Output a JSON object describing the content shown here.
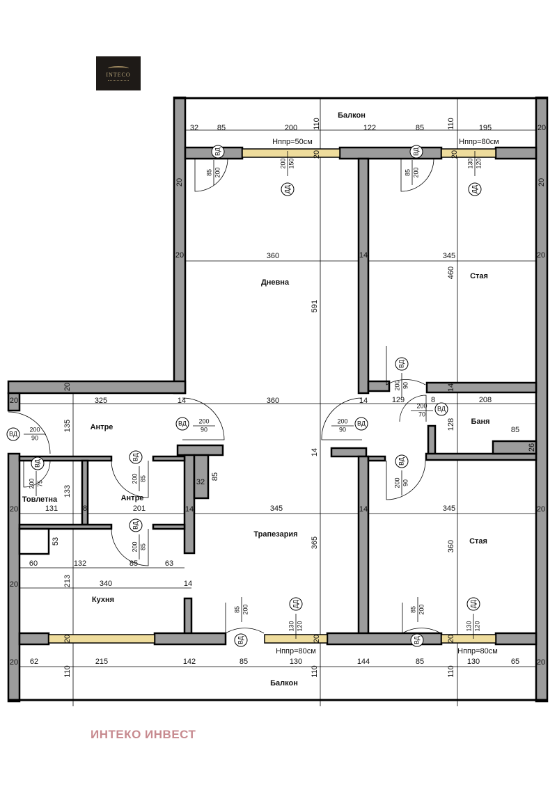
{
  "logo": {
    "text": "INTECO"
  },
  "footer": {
    "brand": "ИНТЕКО ИНВЕСТ"
  },
  "colors": {
    "wall": "#9c9c9c",
    "window": "#eedc9c",
    "footer_text": "#c78a8f",
    "logo_bg": "#1e1a17"
  },
  "rooms": [
    "Балкон",
    "Дневна",
    "Стая",
    "Антре",
    "Баня",
    "Товлетна",
    "Антре",
    "Трапезария",
    "Стая",
    "Кухня",
    "Балкон"
  ],
  "notes": [
    "Нппр=50см",
    "Нппр=80см",
    "Нппр=80см",
    "Нппр=80см"
  ],
  "dimensions": [
    "32",
    "85",
    "200",
    "110",
    "122",
    "85",
    "110",
    "195",
    "20",
    "20",
    "20",
    "20",
    "20",
    "20",
    "360",
    "14",
    "345",
    "20",
    "591",
    "460",
    "20",
    "325",
    "20",
    "14",
    "360",
    "14",
    "129",
    "8",
    "208",
    "14",
    "128",
    "85",
    "26",
    "135",
    "14",
    "32",
    "85",
    "133",
    "20",
    "131",
    "8",
    "201",
    "14",
    "345",
    "14",
    "345",
    "20",
    "365",
    "360",
    "53",
    "60",
    "132",
    "85",
    "63",
    "20",
    "213",
    "340",
    "14",
    "20",
    "20",
    "20",
    "20",
    "62",
    "215",
    "142",
    "85",
    "130",
    "144",
    "85",
    "130",
    "65",
    "20",
    "110",
    "110",
    "110"
  ],
  "doors": [
    {
      "tag": "ВД",
      "top": "85",
      "bottom": "200"
    },
    {
      "tag": "ДД",
      "top": "200",
      "bottom": "150"
    },
    {
      "tag": "ВД",
      "top": "85",
      "bottom": "200"
    },
    {
      "tag": "ДД",
      "top": "130",
      "bottom": "120"
    },
    {
      "tag": "ВД",
      "top": "200",
      "bottom": "90"
    },
    {
      "tag": "ВД",
      "top": "200",
      "bottom": "70"
    },
    {
      "tag": "ВД",
      "top": "200",
      "bottom": "90"
    },
    {
      "tag": "ВД",
      "top": "200",
      "bottom": "90"
    },
    {
      "tag": "ВД",
      "top": "200",
      "bottom": "90"
    },
    {
      "tag": "ВД",
      "top": "200",
      "bottom": "75"
    },
    {
      "tag": "ВД",
      "top": "200",
      "bottom": "85"
    },
    {
      "tag": "ВД",
      "top": "200",
      "bottom": "90"
    },
    {
      "tag": "ВД",
      "top": "200",
      "bottom": "85"
    },
    {
      "tag": "ВД",
      "top": "85",
      "bottom": "200"
    },
    {
      "tag": "ДД",
      "top": "130",
      "bottom": "120"
    },
    {
      "tag": "ВД",
      "top": "85",
      "bottom": "200"
    },
    {
      "tag": "ДД",
      "top": "130",
      "bottom": "120"
    }
  ]
}
